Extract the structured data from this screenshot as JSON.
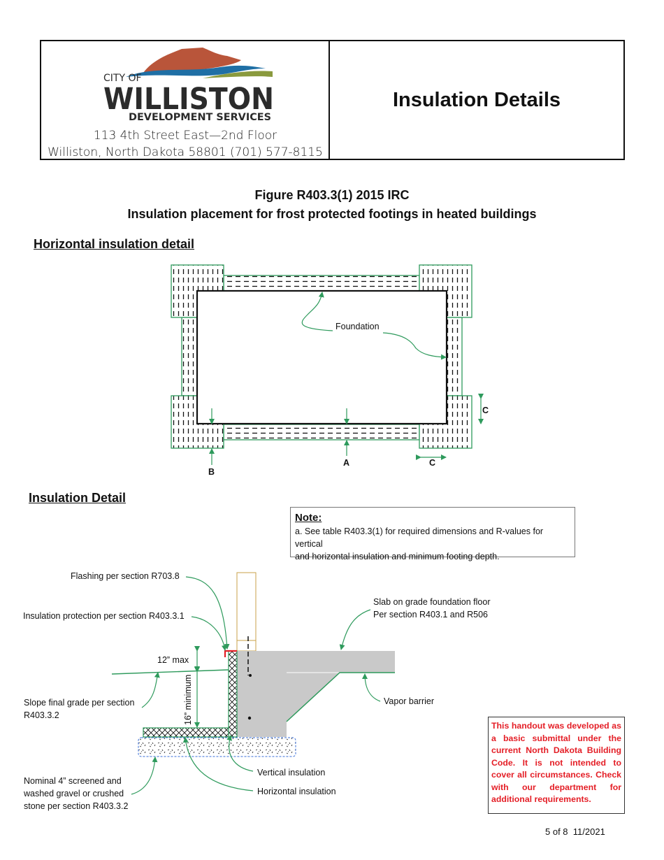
{
  "header": {
    "logo": {
      "city_of": "CITY OF",
      "name": "WILLISTON",
      "department": "DEVELOPMENT SERVICES"
    },
    "address_line1": "113 4th Street East—2nd Floor",
    "address_line2": "Williston, North Dakota 58801 (701) 577-8115",
    "title": "Insulation Details",
    "colors": {
      "logo_red": "#b9553a",
      "logo_blue": "#1f6fa5",
      "logo_green": "#8a9a3e",
      "logo_text": "#2b2b2b"
    }
  },
  "figure": {
    "title_line1": "Figure R403.3(1) 2015 IRC",
    "title_line2": "Insulation placement for frost protected footings in heated buildings"
  },
  "horizontal_section": {
    "heading": "Horizontal insulation detail",
    "foundation_label": "Foundation",
    "dim_a": "A",
    "dim_b": "B",
    "dim_c_vertical": "C",
    "dim_c_horizontal": "C"
  },
  "detail_section": {
    "heading": "Insulation Detail",
    "note_title": "Note:",
    "note_text_line1": "a. See table R403.3(1) for required dimensions and R-values for vertical",
    "note_text_line2": "and horizontal insulation and minimum footing depth.",
    "labels": {
      "flashing": "Flashing per section R703.8",
      "insulation_protection": "Insulation protection per section R403.3.1",
      "twelve_max": "12” max",
      "sixteen_min": "16” minimum",
      "slope_line1": "Slope final grade per section",
      "slope_line2": "R403.3.2",
      "gravel_line1": "Nominal 4” screened and",
      "gravel_line2": "washed gravel or crushed",
      "gravel_line3": "stone per section R403.3.2",
      "slab_line1": "Slab on grade foundation floor",
      "slab_line2": "Per section R403.1 and R506",
      "vapor_barrier": "Vapor barrier",
      "vertical_insulation": "Vertical insulation",
      "horizontal_insulation": "Horizontal insulation"
    },
    "colors": {
      "leader": "#2e9a5c",
      "concrete": "#c9c9c9",
      "flashing": "#e41e26",
      "gravel_outline": "#3a6fd8",
      "siding": "#c8a14a"
    }
  },
  "disclaimer": "This handout was developed as a basic submittal under the current North Dakota Building Code. It is not intended to cover all circumstances. Check with our department for additional requirements.",
  "footer": {
    "page": "5 of 8",
    "date": "11/2021"
  }
}
